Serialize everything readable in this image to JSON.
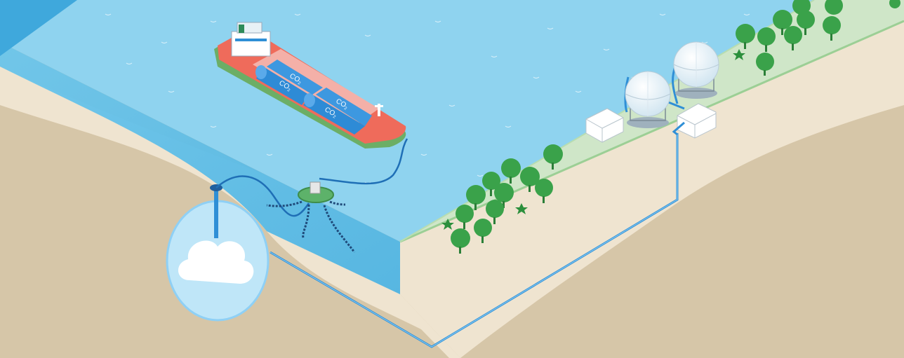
{
  "cargo_labels": [
    {
      "base": "CO",
      "sub": "2"
    },
    {
      "base": "CO",
      "sub": "2"
    },
    {
      "base": "CO",
      "sub": "2"
    },
    {
      "base": "CO",
      "sub": "2"
    }
  ],
  "colors": {
    "sea": "#8fd3ef",
    "sea_edge": "#62bfe6",
    "land_surface": "#cfe6c8",
    "soil_light": "#efe4d0",
    "soil_deep": "#d6c6a8",
    "pipeline": "#2f8fd6",
    "reservoir": "#bfe6f8",
    "ship_hull_red": "#ef6b5b",
    "ship_hull_green": "#6cae66",
    "tank_blue": "#2e8bd6",
    "tree_green": "#3aa24a"
  },
  "icons": [
    "ship-icon",
    "buoy-icon",
    "wellhead-icon",
    "tank-icon",
    "tree-icon",
    "building-icon"
  ]
}
